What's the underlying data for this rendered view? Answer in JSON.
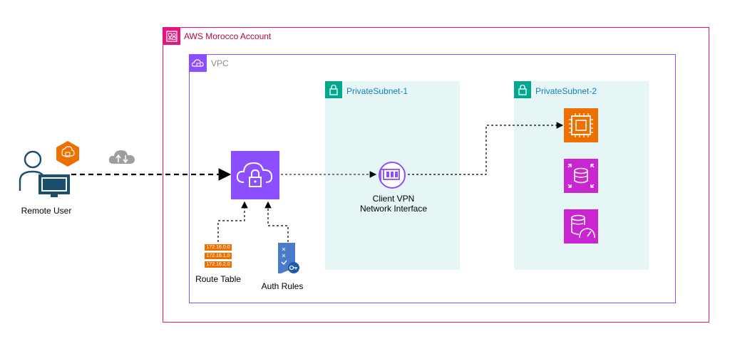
{
  "account": {
    "label": "AWS Morocco Account",
    "icon": "aws-account-icon",
    "border_color": "#E7157B"
  },
  "vpc": {
    "label": "VPC",
    "icon": "vpc-icon",
    "border_color": "#8C4FFF"
  },
  "subnets": [
    {
      "label": "PrivateSubnet-1",
      "icon": "lock-icon"
    },
    {
      "label": "PrivateSubnet-2",
      "icon": "lock-icon"
    }
  ],
  "remote_user": {
    "label": "Remote User",
    "icon": "user-with-monitor-icon"
  },
  "vpn_endpoint": {
    "icon": "client-vpn-endpoint-icon",
    "color": "#8C4FFF"
  },
  "eni": {
    "label": "Client VPN Network Interface",
    "icon": "network-interface-icon"
  },
  "route_table": {
    "label": "Route Table",
    "entries": [
      "172.16.0.0",
      "172.16.1.0",
      "172.16.2.0"
    ]
  },
  "auth_rules": {
    "label": "Auth Rules",
    "icon": "auth-rules-icon"
  },
  "services": [
    {
      "icon": "ec2-instance-icon",
      "color": "#ED7100"
    },
    {
      "icon": "rds-icon",
      "color": "#C925D1"
    },
    {
      "icon": "database-performance-icon",
      "color": "#C925D1"
    }
  ],
  "colors": {
    "subnet_fill": "#E6F6F7",
    "subnet_label": "#147EBA"
  }
}
